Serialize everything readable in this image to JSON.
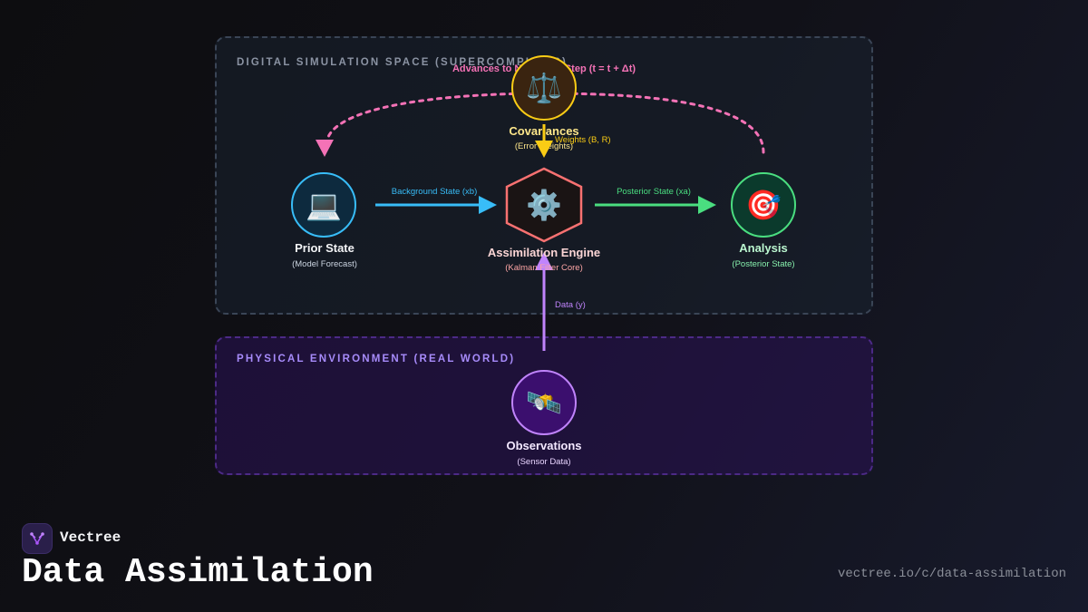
{
  "panels": {
    "digital": "DIGITAL SIMULATION SPACE (SUPERCOMPUTER)",
    "physical": "PHYSICAL ENVIRONMENT (REAL WORLD)"
  },
  "loop": {
    "label": "Advances to Next Time Step (t = t + Δt)"
  },
  "nodes": {
    "prior": {
      "icon": "laptop-icon",
      "glyph": "💻",
      "title": "Prior State",
      "subtitle": "(Model Forecast)"
    },
    "engine": {
      "icon": "gear-icon",
      "glyph": "⚙️",
      "title": "Assimilation Engine",
      "subtitle": "(Kalman Filter Core)"
    },
    "analysis": {
      "icon": "target-icon",
      "glyph": "🎯",
      "title": "Analysis",
      "subtitle": "(Posterior State)"
    },
    "covariances": {
      "icon": "scales-icon",
      "glyph": "⚖️",
      "title": "Covariances",
      "subtitle": "(Error Weights)"
    },
    "observations": {
      "icon": "satellite-icon",
      "glyph": "🛰️",
      "title": "Observations",
      "subtitle": "(Sensor Data)"
    }
  },
  "edges": {
    "background": "Background State (xb)",
    "posterior": "Posterior State (xa)",
    "weights": "Weights (B, R)",
    "data": "Data (y)"
  },
  "colors": {
    "prior": "#38bdf8",
    "engine": "#f87171",
    "analysis": "#4ade80",
    "covariances": "#facc15",
    "observations": "#c084fc",
    "loop": "#f472b6"
  },
  "footer": {
    "brand": "Vectree",
    "title": "Data Assimilation",
    "url": "vectree.io/c/data-assimilation"
  }
}
